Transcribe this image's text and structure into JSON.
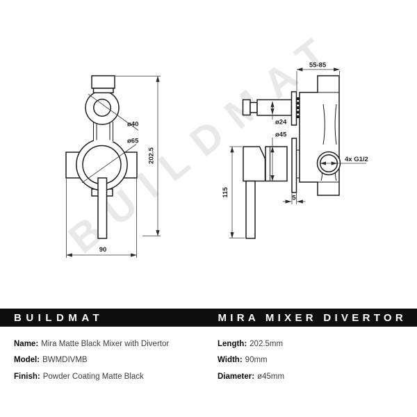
{
  "watermark": {
    "text": "BUILDMAT"
  },
  "drawing": {
    "front": {
      "dim_height": "202.5",
      "dim_width": "90",
      "label_d40": "ø40",
      "label_d65": "ø65"
    },
    "side": {
      "dim_depth": "55-85",
      "dim_height": "115",
      "dim_plate_thickness": "5",
      "label_d24": "ø24",
      "label_d45": "ø45",
      "label_ports": "4x G1/2"
    }
  },
  "banner": {
    "brand": "BUILDMAT",
    "product": "MIRA MIXER DIVERTOR"
  },
  "specs": {
    "left": [
      {
        "label": "Name:",
        "value": "Mira Matte Black Mixer with Divertor"
      },
      {
        "label": "Model:",
        "value": "BWMDIVMB"
      },
      {
        "label": "Finish:",
        "value": "Powder Coating Matte Black"
      }
    ],
    "right": [
      {
        "label": "Length:",
        "value": "202.5mm"
      },
      {
        "label": "Width:",
        "value": "90mm"
      },
      {
        "label": "Diameter:",
        "value": "ø45mm"
      }
    ]
  },
  "colors": {
    "banner_bg": "#0e0e0e",
    "banner_text": "#ffffff",
    "line": "#1c1c1c",
    "dimension": "#383838",
    "watermark": "#e9e9e9"
  }
}
